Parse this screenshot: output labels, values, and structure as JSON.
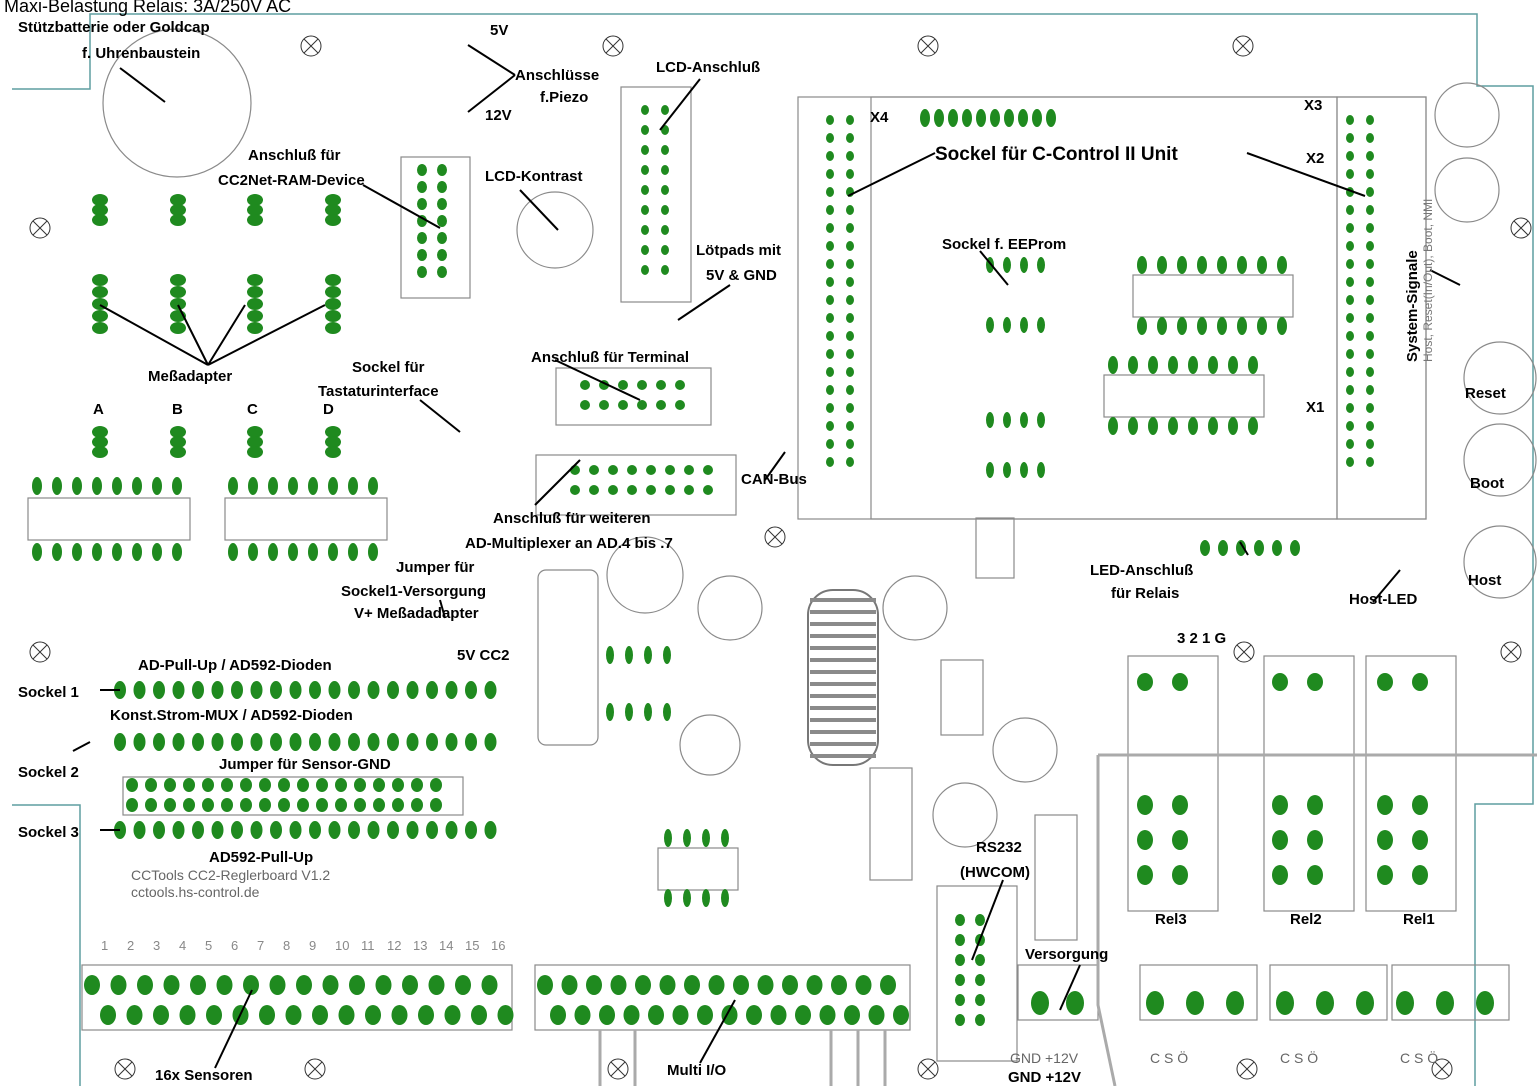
{
  "header_text": "Maxi-Belastung Relais: 3A/250V AC",
  "board_text": {
    "line1": "CCTools CC2-Reglerboard V1.2",
    "line2": "cctools.hs-control.de"
  },
  "labels": {
    "stuetzbatterie_1": "Stützbatterie oder Goldcap",
    "stuetzbatterie_2": "f. Uhrenbaustein",
    "beep_5v": "5V",
    "beep_12v": "12V",
    "anschluesse_piezo_1": "Anschlüsse",
    "anschluesse_piezo_2": "f.Piezo",
    "lcd_anschluss": "LCD-Anschluß",
    "x3": "X3",
    "x4": "X4",
    "x2": "X2",
    "x1": "X1",
    "cc2net_1": "Anschluß für",
    "cc2net_2": "CC2Net-RAM-Device",
    "lcd_kontrast": "LCD-Kontrast",
    "sockel_cc2": "Sockel für C-Control II Unit",
    "loetpads_1": "Lötpads mit",
    "loetpads_2": "5V & GND",
    "sockel_eeprom": "Sockel f. EEProm",
    "system_signale": "System-Signale",
    "system_signale_sub": "Host, Reset(In/Out), Boot, NMI",
    "messadapter": "Meßadapter",
    "sockel_tastatur_1": "Sockel für",
    "sockel_tastatur_2": "Tastaturinterface",
    "anschluss_terminal": "Anschluß für Terminal",
    "reset": "Reset",
    "boot": "Boot",
    "host": "Host",
    "col_a": "A",
    "col_b": "B",
    "col_c": "C",
    "col_d": "D",
    "can_bus": "CAN-Bus",
    "ad_mux_1": "Anschluß für weiteren",
    "ad_mux_2": "AD-Multiplexer an AD.4 bis .7",
    "jumper_sockel1_1": "Jumper für",
    "jumper_sockel1_2": "Sockel1-Versorgung",
    "jumper_sockel1_3": "V+ Meßadadapter",
    "led_relais_1": "LED-Anschluß",
    "led_relais_2": "für Relais",
    "host_led": "Host-LED",
    "relais_nums": "3  2  1 G",
    "five_v_cc2": "5V CC2",
    "ad_pullup": "AD-Pull-Up / AD592-Dioden",
    "sockel1": "Sockel 1",
    "konst_strom": "Konst.Strom-MUX / AD592-Dioden",
    "sockel2": "Sockel 2",
    "jumper_sensor_gnd": "Jumper für Sensor-GND",
    "sockel3": "Sockel 3",
    "ad592_pullup": "AD592-Pull-Up",
    "rs232_1": "RS232",
    "rs232_2": "(HWCOM)",
    "rel3": "Rel3",
    "rel2": "Rel2",
    "rel1": "Rel1",
    "versorgung": "Versorgung",
    "gnd_12v_silk": "GND +12V",
    "gnd_12v": "GND +12V",
    "sensoren_16x": "16x Sensoren",
    "multi_io": "Multi I/O",
    "csoe": "C  S  Ö"
  },
  "sensor_numbers": [
    "1",
    "2",
    "3",
    "4",
    "5",
    "6",
    "7",
    "8",
    "9",
    "10",
    "11",
    "12",
    "13",
    "14",
    "15",
    "16"
  ],
  "colors": {
    "pad": "#1f8a1f",
    "body": "#a0a0a0",
    "outline": "#5f9ea0",
    "silk": "#7a7a7a"
  }
}
